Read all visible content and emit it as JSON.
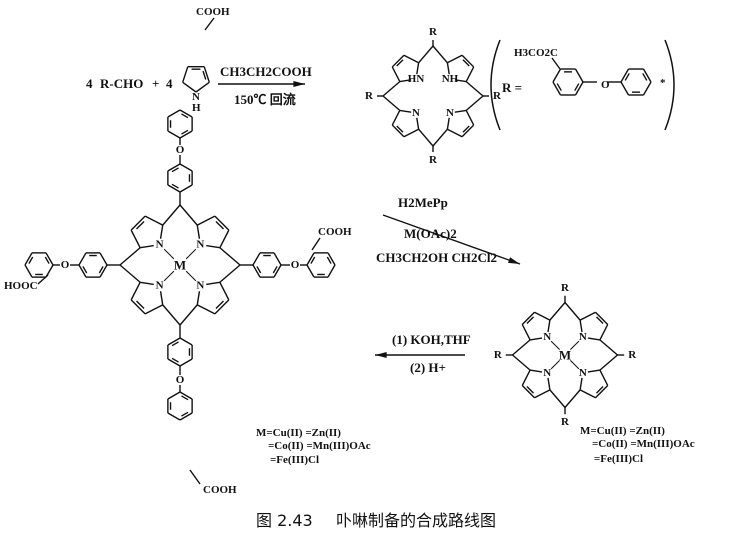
{
  "step1": {
    "reactant_coef_1": "4",
    "aldehyde": "R-CHO",
    "plus": "+",
    "reactant_coef_2": "4",
    "pyrrole_nh": "N",
    "pyrrole_h": "H",
    "reagent": "CH3CH2COOH",
    "condition": "150℃ 回流"
  },
  "free_base": {
    "name": "H2MePp",
    "substituent": "R",
    "nh": "HN",
    "nh2": "NH",
    "n": "N"
  },
  "r_definition": {
    "label": "R =",
    "ester": "H3CO2C",
    "oxygen": "O",
    "attach": "*"
  },
  "step2": {
    "reagent": "M(OAc)2",
    "solvent": "CH3CH2OH CH2Cl2"
  },
  "metal_porphyrin": {
    "metal": "M",
    "n": "N",
    "substituent": "R",
    "metals": [
      "M=Cu(II)  =Zn(II)",
      "=Co(II)  =Mn(III)OAc",
      "=Fe(III)Cl"
    ]
  },
  "step3": {
    "reagent_1": "(1) KOH,THF",
    "reagent_2": "(2) H+"
  },
  "acid_porphyrin": {
    "metal": "M",
    "n": "N",
    "acid": "COOH",
    "acid_left": "HOOC",
    "oxygen": "O",
    "metals": [
      "M=Cu(II)  =Zn(II)",
      "=Co(II)  =Mn(III)OAc",
      "=Fe(III)Cl"
    ]
  },
  "caption": {
    "figure_no": "图 2.43",
    "title": "卟啉制备的合成路线图"
  }
}
